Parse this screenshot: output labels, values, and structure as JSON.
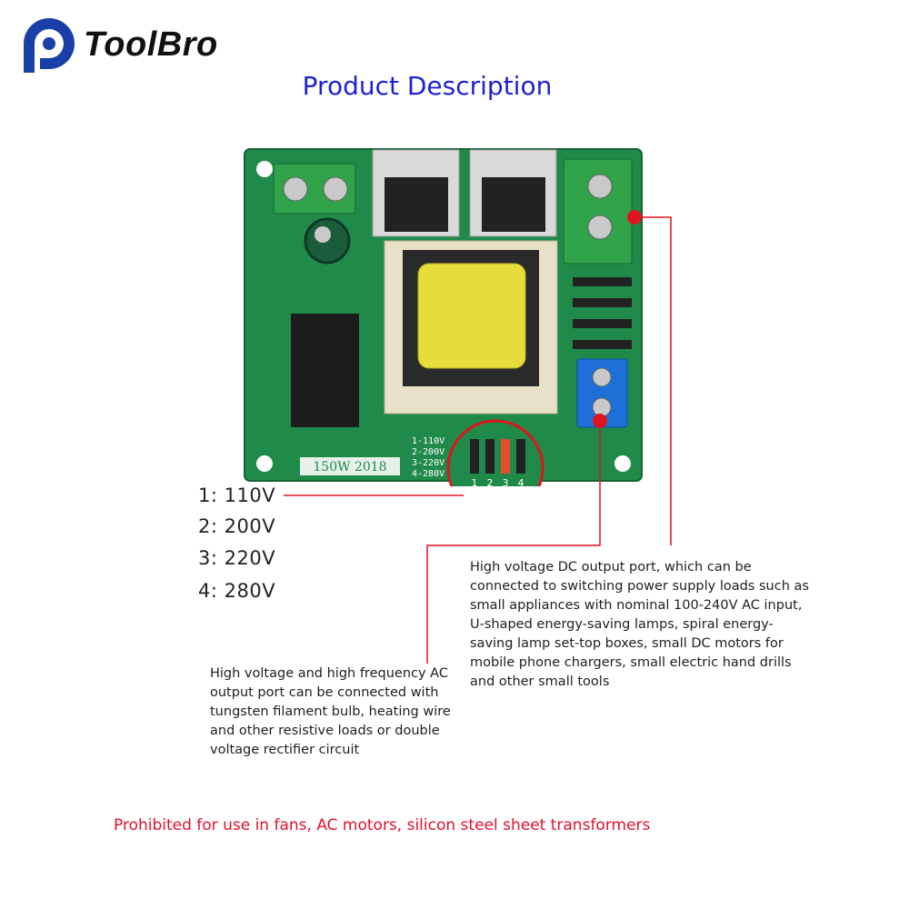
{
  "brand": {
    "name": "ToolBro"
  },
  "title": "Product Description",
  "board": {
    "silkscreen_model": "150W 2018",
    "jumper_positions": [
      "1",
      "2",
      "3",
      "4"
    ],
    "jumper_legend": [
      "1-110V",
      "2-200V",
      "3-220V",
      "4-280V"
    ]
  },
  "voltage_options": [
    "1: 110V",
    "2: 200V",
    "3: 220V",
    "4: 280V"
  ],
  "dc_output_description": "High voltage DC output port, which can be connected to switching power supply loads such as small appliances with nominal 100-240V AC input, U-shaped energy-saving lamps, spiral energy-saving lamp set-top boxes, small DC motors for mobile phone chargers, small electric hand drills and other small tools",
  "ac_output_description": "High voltage and high frequency AC output port can be connected with tungsten filament bulb, heating wire and other resistive loads or double voltage rectifier circuit",
  "warning": "Prohibited for use in fans, AC motors, silicon steel sheet transformers",
  "colors": {
    "brand_blue": "#1d22d8",
    "warning_red": "#e4102a",
    "pcb_green": "#1f8a4a",
    "leader_red": "#e0141e"
  }
}
